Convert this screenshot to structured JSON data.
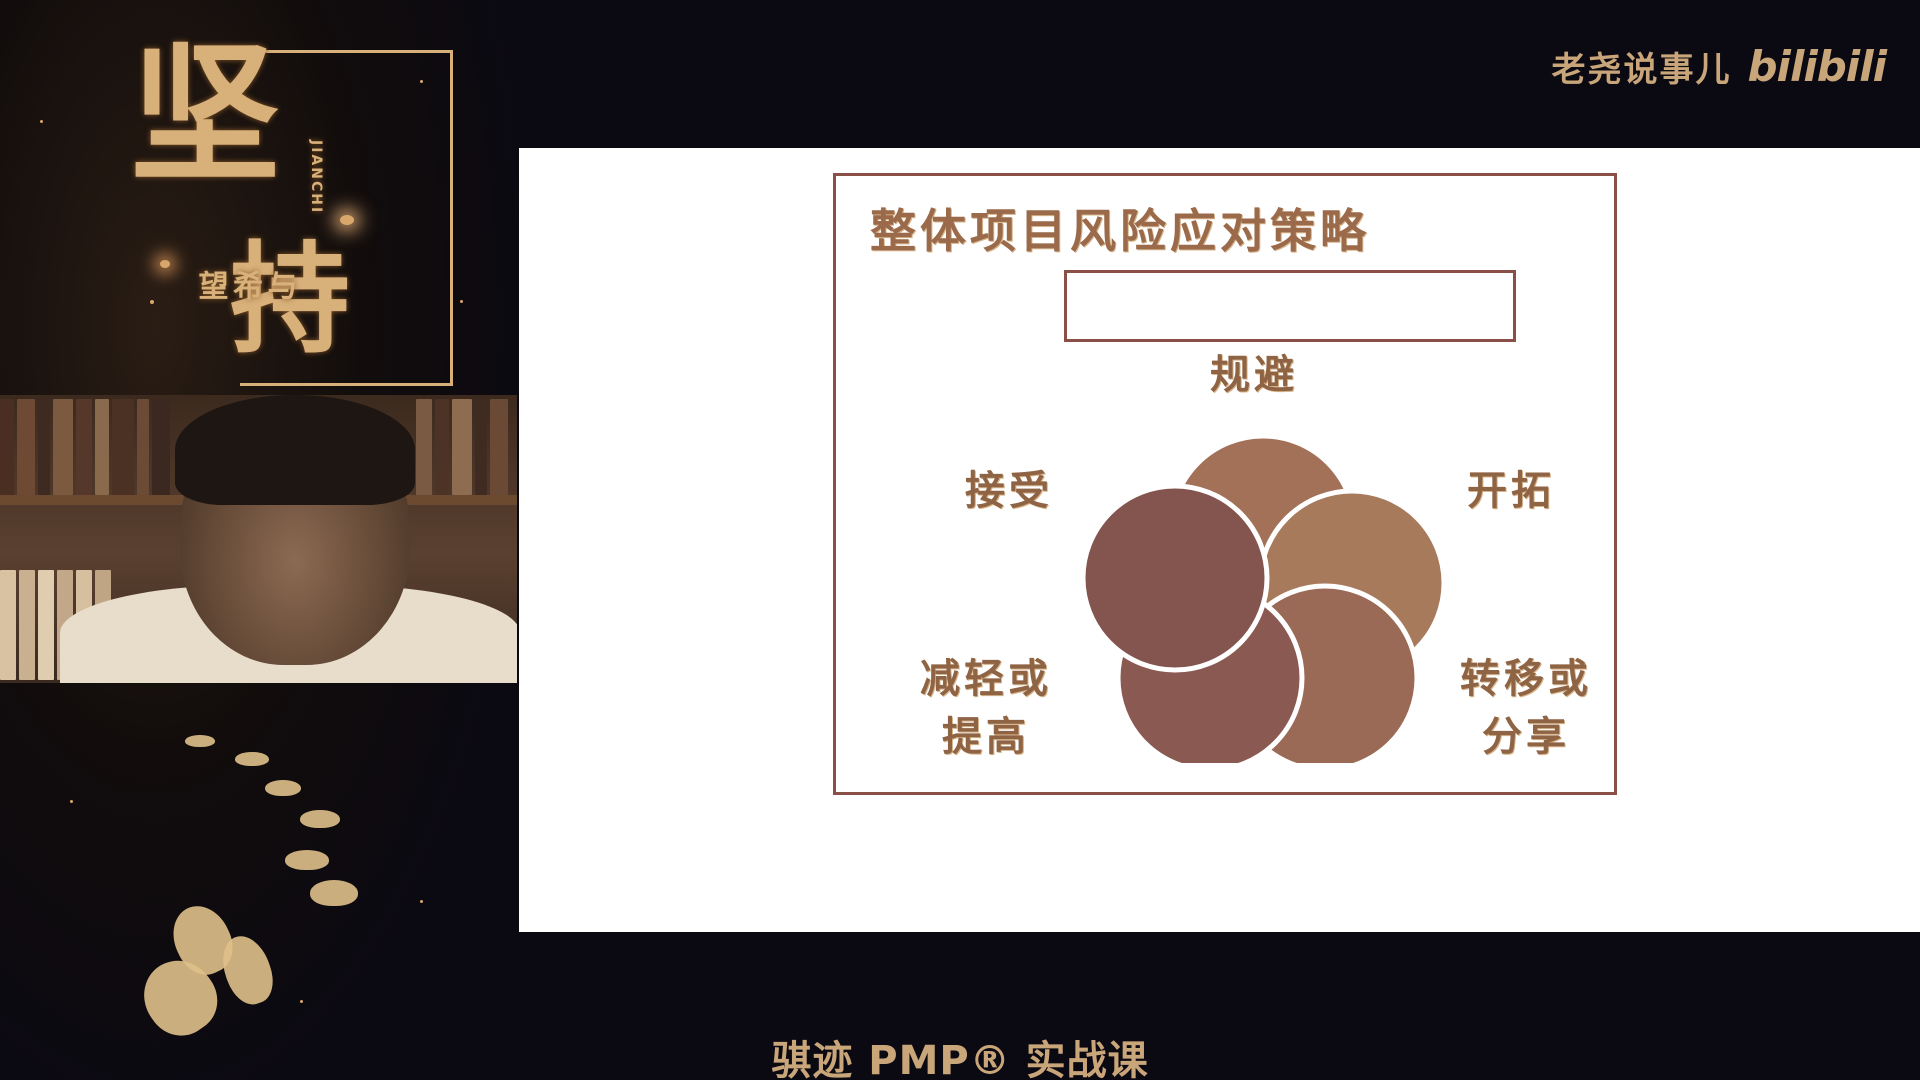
{
  "brand": {
    "name": "老尧说事儿",
    "logo_text": "bilibili"
  },
  "poster": {
    "main_chars": [
      "坚",
      "持"
    ],
    "subtitle": "与希望",
    "pinyin": "JIANCHI"
  },
  "slide": {
    "title": "整体项目风险应对策略",
    "input_value": "",
    "labels": {
      "top": "规避",
      "left": "接受",
      "right": "开拓",
      "bottom_left": "减轻或\n提高",
      "bottom_right": "转移或\n分享"
    }
  },
  "footer": {
    "title": "骐迹 PMP® 实战课"
  },
  "colors": {
    "background": "#0b0912",
    "accent_gold": "#c9a57a",
    "frame": "#8a5048",
    "circle": "#8a5a52"
  },
  "icons": {
    "venn": "five-circle-venn-icon"
  }
}
